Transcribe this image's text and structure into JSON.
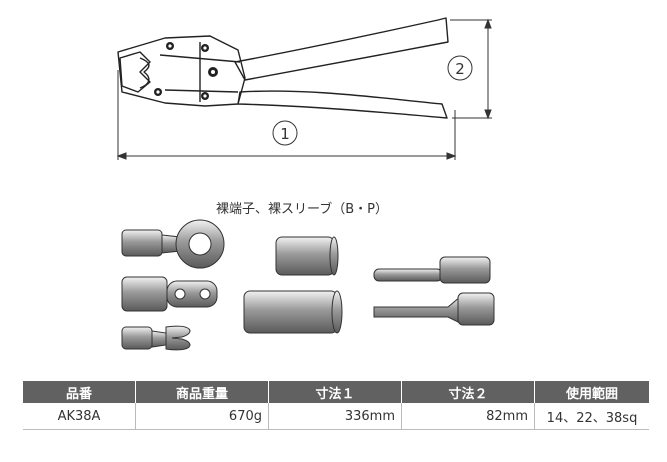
{
  "drawing": {
    "dimension_1_label": "1",
    "dimension_2_label": "2"
  },
  "terminals_caption": "裸端子、裸スリーブ（B・P）",
  "spec_table": {
    "headers": [
      "品番",
      "商品重量",
      "寸法１",
      "寸法２",
      "使用範囲"
    ],
    "rows": [
      [
        "AK38A",
        "670g",
        "336mm",
        "82mm",
        "14、22、38sq"
      ]
    ]
  }
}
